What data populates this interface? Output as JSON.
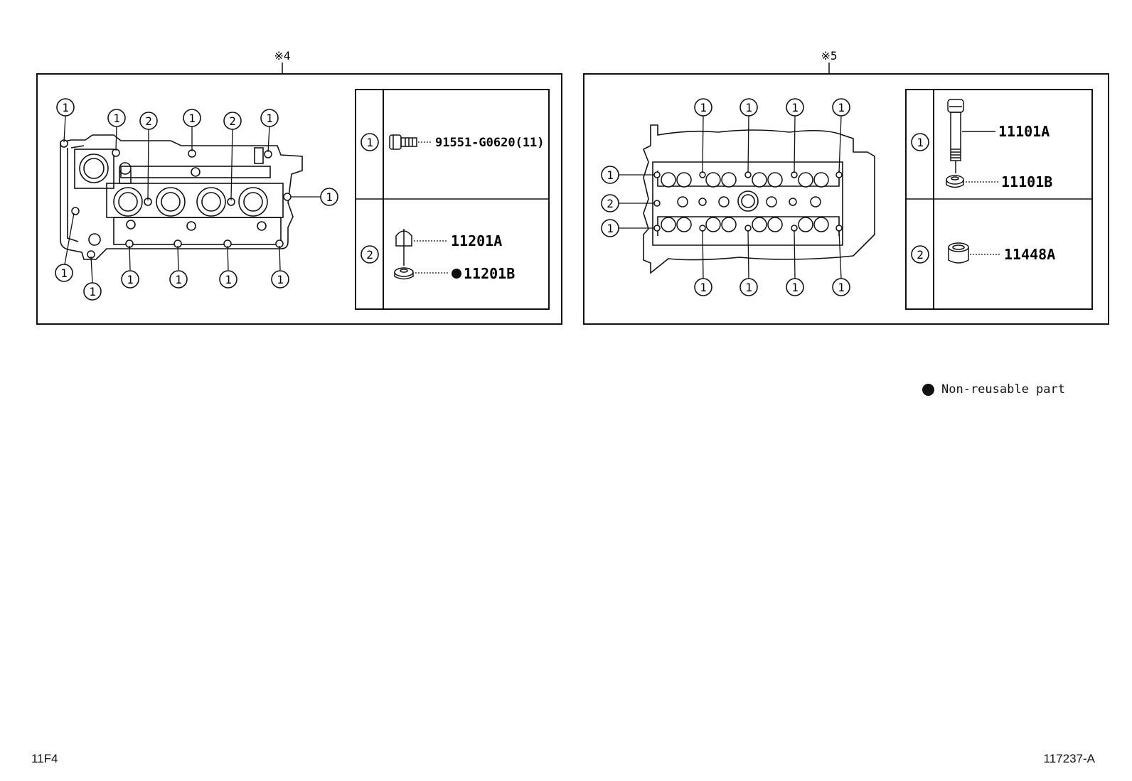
{
  "panels": [
    {
      "id": "left",
      "header": "※4",
      "legend": [
        {
          "index": "1",
          "part": "91551-G0620(11)",
          "nonreusable": false
        },
        {
          "index": "2",
          "part": "11201A",
          "nonreusable": false
        },
        {
          "index": "2",
          "part": "11201B",
          "nonreusable": true
        }
      ],
      "callouts": [
        "1",
        "1",
        "2",
        "1",
        "2",
        "1",
        "1",
        "1",
        "1",
        "1",
        "1",
        "1",
        "1"
      ]
    },
    {
      "id": "right",
      "header": "※5",
      "legend": [
        {
          "index": "1",
          "part": "11101A",
          "nonreusable": false
        },
        {
          "index": "1",
          "part": "11101B",
          "nonreusable": false
        },
        {
          "index": "2",
          "part": "11448A",
          "nonreusable": false
        }
      ],
      "callouts": [
        "1",
        "1",
        "1",
        "1",
        "1",
        "2",
        "1",
        "1",
        "1",
        "1",
        "1"
      ]
    }
  ],
  "legend_note": "Non-reusable part",
  "footer": {
    "left_code": "11F4",
    "right_code": "117237-A"
  }
}
